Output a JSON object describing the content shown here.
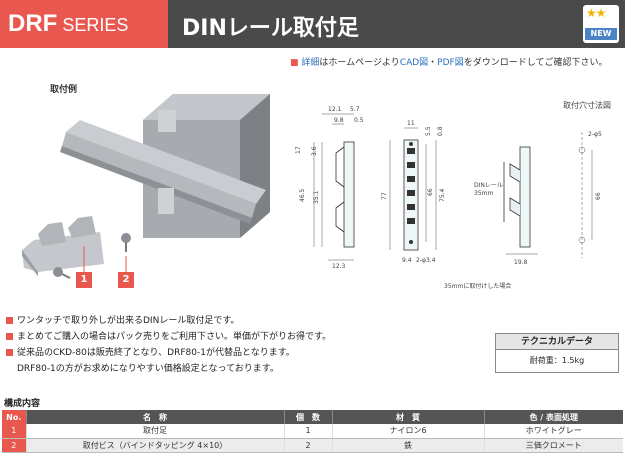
{
  "header": {
    "series_bold": "DRF",
    "series_rest": " SERIES",
    "title": "DINレール取付足",
    "badge": "NEW"
  },
  "notice": {
    "prefix": "■",
    "link": "詳細",
    "text1": "はホームページより",
    "cad": "CAD図",
    "sep": "・",
    "pdf": "PDF図",
    "text2": "をダウンロードしてご確認下さい。"
  },
  "photo": {
    "label": "取付例",
    "tag1": "1",
    "tag2": "2"
  },
  "drawing": {
    "hole_label": "取付穴寸法図",
    "din_label1": "DINレール",
    "din_label2": "35mm",
    "note": "35mmに取付けした場合",
    "dims": {
      "d121": "12.1",
      "d57": "5.7",
      "d98": "9.8",
      "d05": "0.5",
      "d11": "11",
      "d55": "5.5",
      "d08": "0.8",
      "d17": "17",
      "d36": "3.6",
      "d465": "46.5",
      "d351": "35.1",
      "d77": "77",
      "d66": "66",
      "d754": "75.4",
      "d123": "12.3",
      "d94": "9.4",
      "d34": "2-φ3.4",
      "d198": "19.8",
      "d5": "2-φ5",
      "d66b": "66"
    }
  },
  "bullets": [
    "ワンタッチで取り外しが出来るDINレール取付足です。",
    "まとめてご購入の場合はパック売りをご利用下さい。単価が下がりお得です。",
    "従来品のCKD-80は販売終了となり、DRF80-1が代替品となります。",
    "DRF80-1の方がお求めになりやすい価格設定となっております。"
  ],
  "tech": {
    "title": "テクニカルデータ",
    "value": "耐荷重：1.5kg"
  },
  "table": {
    "title": "構成内容",
    "headers": [
      "No.",
      "名　称",
      "個　数",
      "材　質",
      "色 / 表面処理"
    ],
    "rows": [
      [
        "1",
        "取付足",
        "1",
        "ナイロン6",
        "ホワイトグレー"
      ],
      [
        "2",
        "取付ビス（バインドタッピング 4×10）",
        "2",
        "鉄",
        "三価クロメート"
      ]
    ]
  }
}
